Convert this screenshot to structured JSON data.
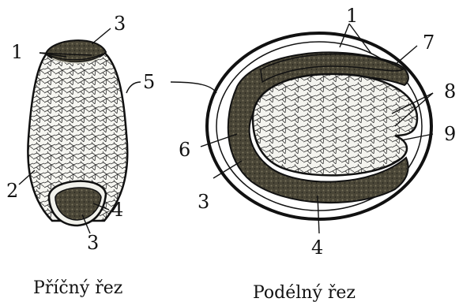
{
  "figures": [
    {
      "caption": "Příčný řez",
      "labels": [
        "1",
        "3",
        "5",
        "2",
        "4",
        "3"
      ]
    },
    {
      "caption": "Podélný řez",
      "labels": [
        "1",
        "7",
        "8",
        "9",
        "6",
        "3",
        "4"
      ]
    }
  ]
}
